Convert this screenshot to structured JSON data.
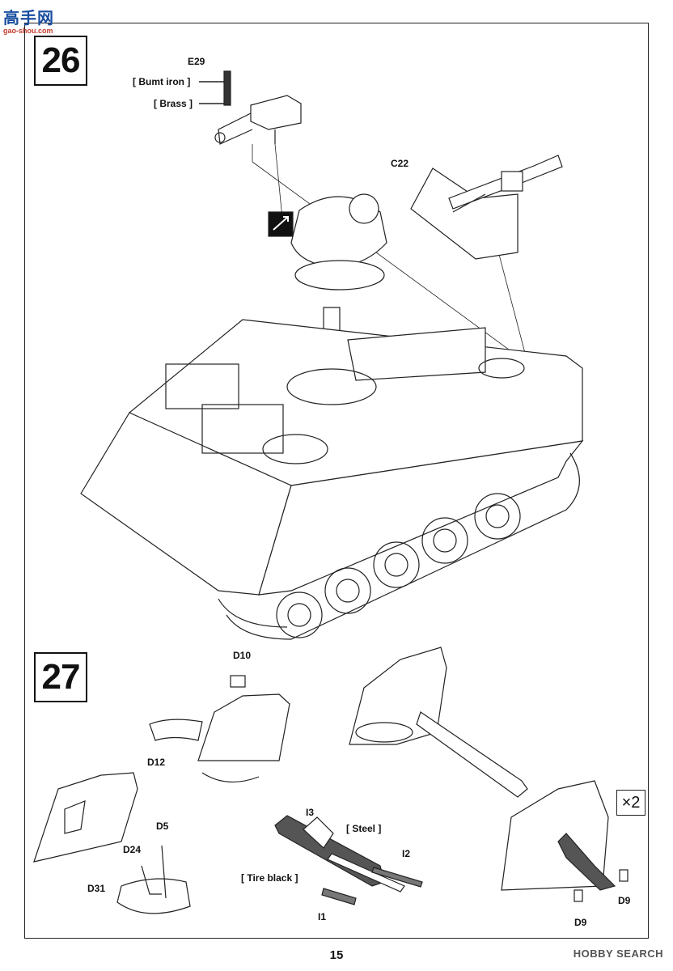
{
  "watermark_top": {
    "chinese": "高手网",
    "url": "gao-shou.com"
  },
  "watermark_bottom": "HOBBY SEARCH",
  "page_number": "15",
  "steps": {
    "step26": {
      "number": "26",
      "labels": {
        "e29": "E29",
        "burnt_iron": "[ Bumt iron ]",
        "brass": "[ Brass ]",
        "c22": "C22"
      }
    },
    "step27": {
      "number": "27",
      "multiplier": "×2",
      "labels": {
        "d10": "D10",
        "d12": "D12",
        "d5": "D5",
        "d24": "D24",
        "d31": "D31",
        "i3": "I3",
        "steel": "[ Steel ]",
        "tire_black": "[ Tire black ]",
        "i2": "I2",
        "i1": "I1",
        "d9_a": "D9",
        "d9_b": "D9"
      }
    }
  }
}
